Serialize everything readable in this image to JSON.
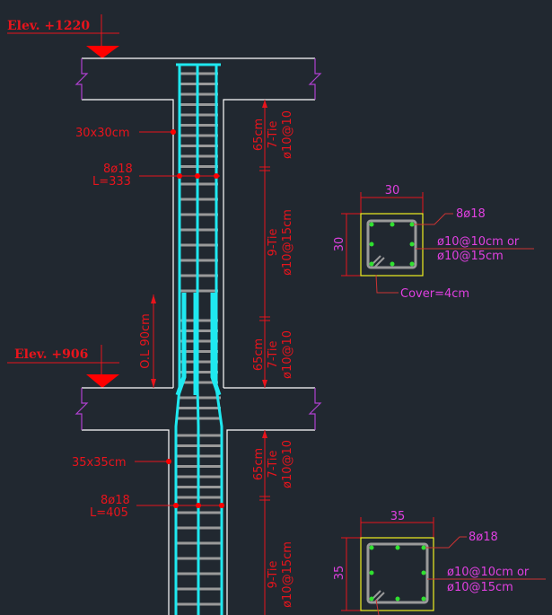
{
  "drawing": {
    "upper_level": {
      "label": "Elev.  +1220"
    },
    "lower_level": {
      "label": "Elev.  +906"
    },
    "upper_column": {
      "size_label": "30x30cm",
      "rebar_label": "8ø18",
      "length_label": "L=333",
      "top_zone": {
        "length": "65cm",
        "ties": "7-Tie",
        "spacing": "ø10@10"
      },
      "middle_zone": {
        "ties": "9-Tie",
        "spacing": "ø10@15cm"
      },
      "bottom_zone": {
        "length": "65cm",
        "ties": "7-Tie",
        "spacing": "ø10@10"
      },
      "overlap_label": "O.L 90cm"
    },
    "lower_column": {
      "size_label": "35x35cm",
      "rebar_label": "8ø18",
      "length_label": "L=405",
      "top_zone": {
        "length": "65cm",
        "ties": "7-Tie",
        "spacing": "ø10@10"
      },
      "middle_zone": {
        "ties": "9-Tie",
        "spacing": "ø10@15cm"
      }
    },
    "section_30": {
      "width": "30",
      "height": "30",
      "rebar": "8ø18",
      "ties_line1": "ø10@10cm  or",
      "ties_line2": "ø10@15cm",
      "cover": "Cover=4cm"
    },
    "section_35": {
      "width": "35",
      "height": "35",
      "rebar": "8ø18",
      "ties_line1": "ø10@10cm  or",
      "ties_line2": "ø10@15cm"
    }
  },
  "colors": {
    "background": "#212830",
    "annotation": "#e8141c",
    "section_text": "#e040e0",
    "rebar": "#1fe8f0",
    "ties": "#9a9a9a",
    "section_outline": "#f0f020",
    "bars": "#30e030"
  }
}
